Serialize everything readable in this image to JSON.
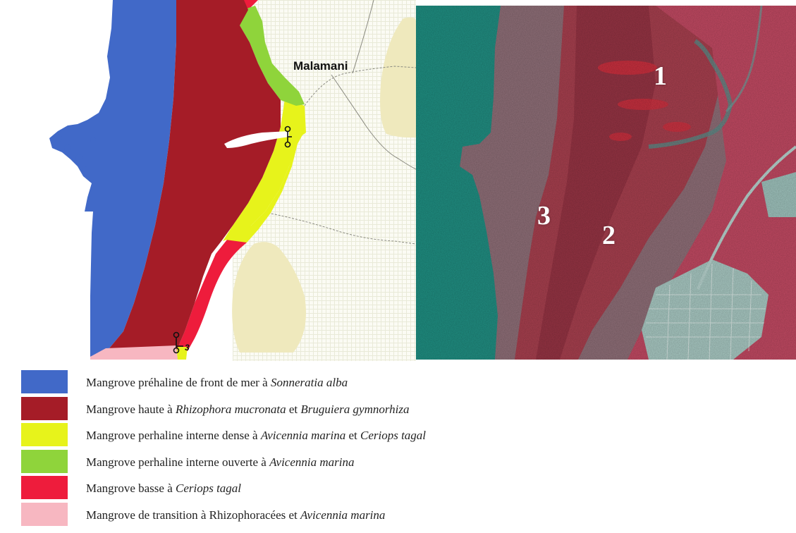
{
  "map": {
    "place_label": "Malamani",
    "transect_label": "3"
  },
  "image": {
    "zone_labels": [
      "1",
      "2",
      "3"
    ]
  },
  "legend": {
    "items": [
      {
        "color": "#4169c8",
        "text": "Mangrove préhaline de front de mer à ",
        "species": "Sonneratia alba",
        "text2": "",
        "species2": ""
      },
      {
        "color": "#a51c27",
        "text": "Mangrove haute à ",
        "species": "Rhizophora mucronata",
        "text2": " et ",
        "species2": "Bruguiera gymnorhiza"
      },
      {
        "color": "#e7f31b",
        "text": "Mangrove perhaline interne dense à ",
        "species": "Avicennia marina",
        "text2": " et ",
        "species2": "Ceriops tagal"
      },
      {
        "color": "#8fd43b",
        "text": "Mangrove perhaline interne ouverte à ",
        "species": "Avicennia marina",
        "text2": "",
        "species2": ""
      },
      {
        "color": "#ee1c3c",
        "text": "Mangrove basse à ",
        "species": "Ceriops tagal",
        "text2": "",
        "species2": ""
      },
      {
        "color": "#f7b7c1",
        "text": "Mangrove de transition à Rhizophoracées et ",
        "species": "Avicennia marina",
        "text2": "",
        "species2": ""
      }
    ]
  }
}
